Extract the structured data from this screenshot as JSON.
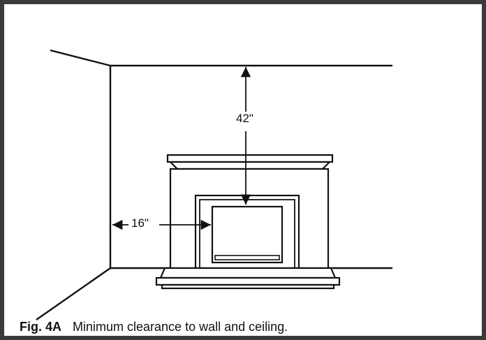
{
  "dimensions": {
    "ceiling_clearance": "42\"",
    "wall_clearance": "16\""
  },
  "caption": {
    "figure_number": "Fig. 4A",
    "text": "Minimum clearance to wall and ceiling."
  },
  "colors": {
    "line": "#111111",
    "frame": "#3a3a3a"
  }
}
